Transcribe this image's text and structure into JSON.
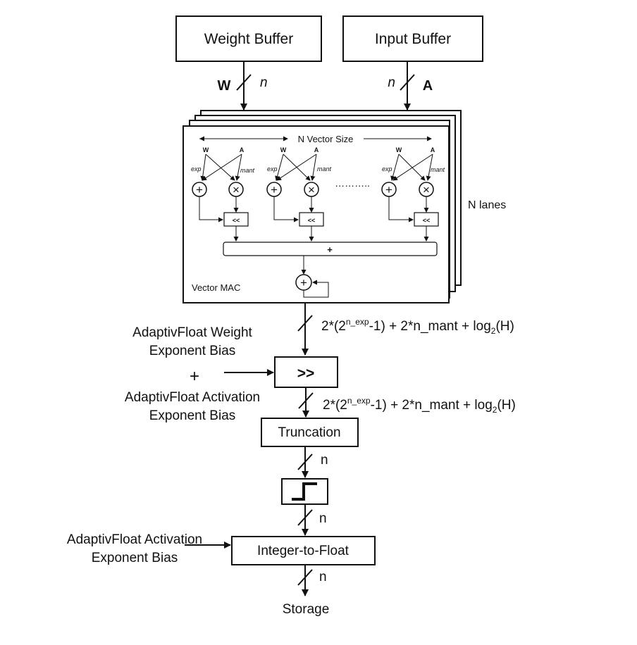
{
  "buffers": {
    "weight": "Weight Buffer",
    "input": "Input Buffer"
  },
  "buses": {
    "weight_symbol": "W",
    "input_symbol": "A",
    "width_n": "n"
  },
  "vector_mac": {
    "title": "Vector MAC",
    "vector_size_label": "N Vector Size",
    "lanes_label": "N lanes",
    "lane_w": "W",
    "lane_a": "A",
    "exp_label": "exp",
    "mant_label": "mant",
    "plus_symbol": "+",
    "times_symbol": "×",
    "shift_symbol": "<<",
    "adder_tree_label": "+",
    "ellipsis": "……….."
  },
  "width_expr": {
    "prefix": "2*(2",
    "sup": "n_exp",
    "middle": "-1)  + 2*n_mant + log",
    "sub": "2",
    "suffix": "(H)"
  },
  "bias_inputs": {
    "weight_bias_line1": "AdaptivFloat Weight",
    "weight_bias_line2": "Exponent Bias",
    "plus": "+",
    "act_bias_line1": "AdaptivFloat Activation",
    "act_bias_line2": "Exponent Bias"
  },
  "pipeline": {
    "shifter": ">>",
    "truncation": "Truncation",
    "int_to_float": "Integer-to-Float",
    "storage": "Storage"
  }
}
